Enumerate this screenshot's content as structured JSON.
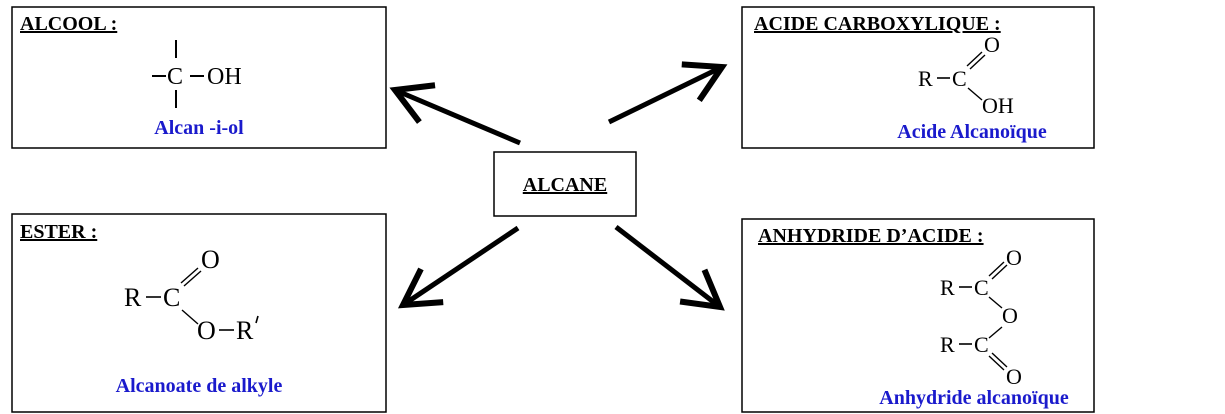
{
  "center": {
    "label": "ALCANE"
  },
  "boxes": {
    "alcool": {
      "title": "ALCOOL :",
      "name": "Alcan -i-ol",
      "formula": {
        "carbon": "C",
        "group": "OH"
      }
    },
    "acide": {
      "title": "ACIDE CARBOXYLIQUE :",
      "name": "Acide Alcanoïque",
      "formula": {
        "r": "R",
        "carbon": "C",
        "oxygen": "O",
        "hydroxyl": "OH"
      }
    },
    "ester": {
      "title": "ESTER :",
      "name": "Alcanoate de alkyle",
      "formula": {
        "r": "R",
        "carbon": "C",
        "oxygen": "O",
        "bridge": "O",
        "r_prime": "R"
      }
    },
    "anhydride": {
      "title": "ANHYDRIDE D’ACIDE :",
      "name": "Anhydride alcanoïque",
      "formula": {
        "r_top": "R",
        "c_top": "C",
        "o_top": "O",
        "o_bridge": "O",
        "r_bottom": "R",
        "c_bottom": "C",
        "o_bottom": "O"
      }
    }
  },
  "colors": {
    "name_text": "#1a1acc",
    "ink": "#000000"
  }
}
